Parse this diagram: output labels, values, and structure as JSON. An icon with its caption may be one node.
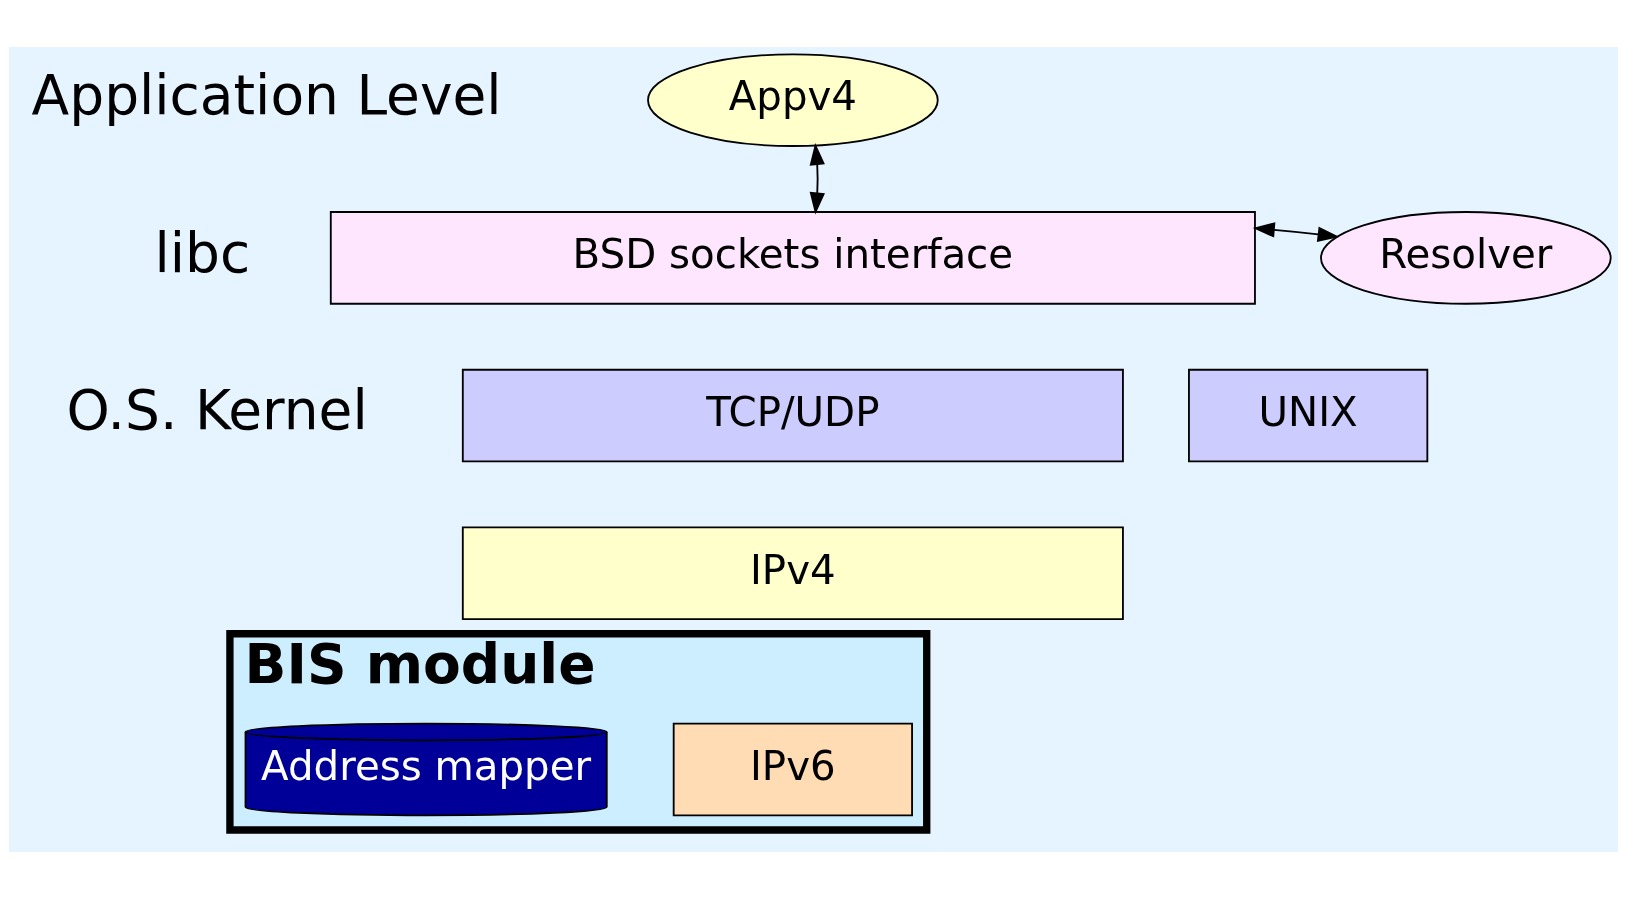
{
  "diagram": {
    "nodes": [
      {
        "text": [
          "Appv4"
        ]
      },
      {
        "text": [
          "BSD sockets interface"
        ]
      },
      {
        "text": [
          "Resolver"
        ]
      },
      {
        "text": [
          "TCP/UDP"
        ]
      },
      {
        "text": [
          "UNIX"
        ]
      },
      {
        "text": [
          "IPv4"
        ]
      },
      {
        "text": [
          "BIS module"
        ]
      },
      {
        "text": [
          "IPv6"
        ],
        "in": 6
      },
      {
        "text": [
          "Address mapper"
        ],
        "in": 6
      }
    ],
    "edges": [
      {
        "from": 0,
        "to": 1,
        "arrow": "both"
      },
      {
        "from": 1,
        "to": 2,
        "arrow": "both"
      }
    ],
    "labels": [
      "Application Level",
      "libc",
      "O.S. Kernel"
    ]
  }
}
